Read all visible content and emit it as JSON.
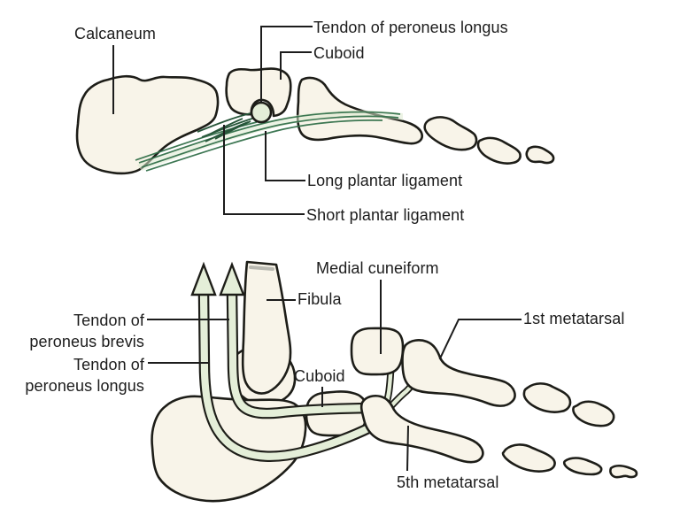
{
  "figure": {
    "title": "Peroneus tendons and plantar ligaments of the foot (two lateral views)",
    "colors": {
      "page_bg": "#ffffff",
      "bone_fill": "#f8f4e9",
      "bone_stroke": "#1d1d18",
      "tendon_fill": "#e4eed8",
      "lig_band": "#dcead0",
      "lig_green": "#33704a",
      "lig_green_dark": "#27563a",
      "cut_shade": "#b9b9b1",
      "label_color": "#1c1c1c"
    },
    "top": {
      "calcaneum": "Calcaneum",
      "tendon_of_peroneus_longus": "Tendon of peroneus longus",
      "cuboid": "Cuboid",
      "long_plantar_ligament": "Long plantar ligament",
      "short_plantar_ligament": "Short plantar ligament"
    },
    "bottom": {
      "medial_cuneiform": "Medial cuneiform",
      "fibula": "Fibula",
      "tendon_brevis_line1": "Tendon of",
      "tendon_brevis_line2": "peroneus brevis",
      "tendon_longus_line1": "Tendon of",
      "tendon_longus_line2": "peroneus longus",
      "cuboid": "Cuboid",
      "first_metatarsal": "1st metatarsal",
      "fifth_metatarsal": "5th metatarsal"
    }
  }
}
